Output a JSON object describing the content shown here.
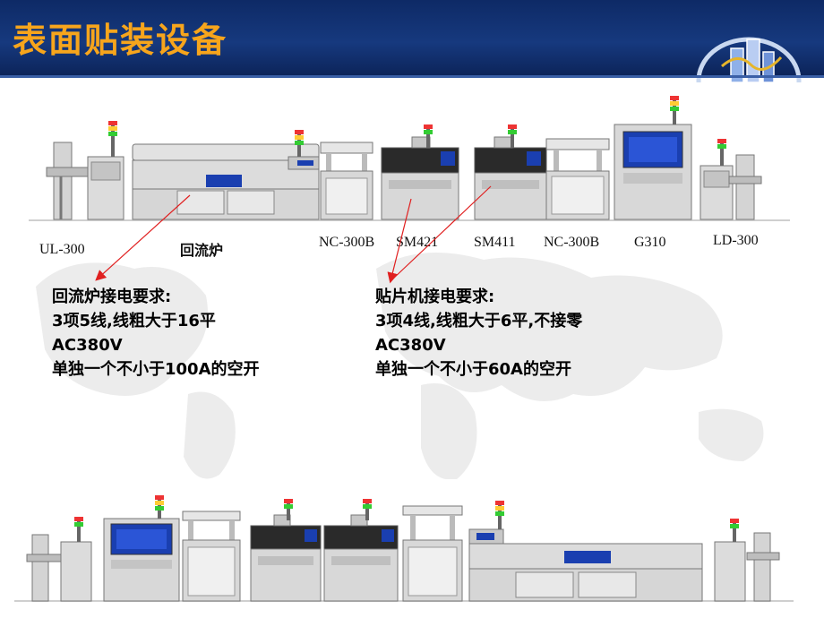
{
  "header": {
    "title": "表面贴装设备",
    "bg_color": "#0e2a66",
    "title_color": "#f7a51c"
  },
  "top_line": {
    "labels": [
      "UL-300",
      "回流炉",
      "NC-300B",
      "SM421",
      "SM411",
      "NC-300B",
      "G310",
      "LD-300"
    ]
  },
  "notes": {
    "reflow": {
      "title": "回流炉接电要求:",
      "line1": "3项5线,线粗大于16平",
      "line2": "AC380V",
      "line3": "单独一个不小于100A的空开"
    },
    "mounter": {
      "title": "贴片机接电要求:",
      "line1": "3项4线,线粗大于6平,不接零",
      "line2": "AC380V",
      "line3": "单独一个不小于60A的空开"
    }
  },
  "colors": {
    "arrow": "#e02020",
    "machine_gray": "#d8d8d8",
    "screen_blue": "#1a3fb0"
  }
}
